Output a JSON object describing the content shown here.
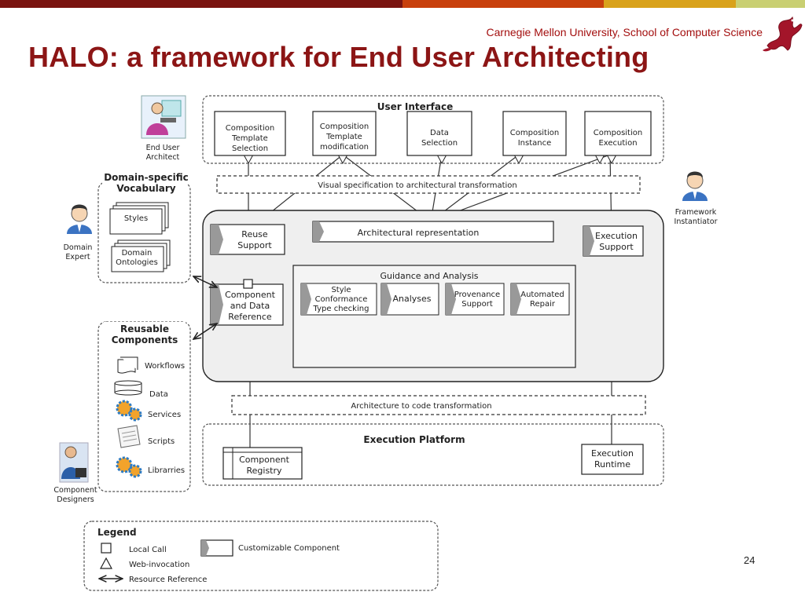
{
  "header": {
    "organization": "Carnegie Mellon University, School of Computer Science",
    "title": "HALO: a framework for End User Architecting",
    "page_number": "24",
    "bar_colors": [
      "#7a1410",
      "#c8400c",
      "#d9a21b",
      "#c9cf72"
    ]
  },
  "actors": {
    "end_user": [
      "End User",
      "Architect"
    ],
    "domain_expert": [
      "Domain",
      "Expert"
    ],
    "framework_instantiator": [
      "Framework",
      "Instantiator"
    ],
    "component_designers": [
      "Component",
      "Designers"
    ]
  },
  "ui": {
    "title": "User Interface",
    "boxes": [
      [
        "Composition",
        "Template",
        "Selection"
      ],
      [
        "Composition",
        "Template",
        "modification"
      ],
      [
        "Data",
        "Selection"
      ],
      [
        "Composition",
        "Instance"
      ],
      [
        "Composition",
        "Execution"
      ]
    ],
    "visual_spec": "Visual specification to architectural transformation"
  },
  "vocab": {
    "title": [
      "Domain-specific",
      "Vocabulary"
    ],
    "styles": "Styles",
    "ontologies": [
      "Domain",
      "Ontologies"
    ]
  },
  "core": {
    "reuse": [
      "Reuse",
      "Support"
    ],
    "arch_rep": "Architectural representation",
    "exec_support": [
      "Execution",
      "Support"
    ],
    "comp_data_ref": [
      "Component",
      "and Data",
      "Reference"
    ],
    "guidance_title": "Guidance and Analysis",
    "style_conf": [
      "Style",
      "Conformance",
      "Type checking"
    ],
    "analyses": "Analyses",
    "provenance": [
      "Provenance",
      "Support"
    ],
    "auto_repair": [
      "Automated",
      "Repair"
    ]
  },
  "reusable": {
    "title": [
      "Reusable",
      "Components"
    ],
    "items": [
      "Workflows",
      "Data",
      "Services",
      "Scripts",
      "Librarries"
    ]
  },
  "arch_to_code": "Architecture to code transformation",
  "platform": {
    "title": "Execution Platform",
    "registry": [
      "Component",
      "Registry"
    ],
    "runtime": [
      "Execution",
      "Runtime"
    ]
  },
  "legend": {
    "title": "Legend",
    "local_call": "Local Call",
    "web_invocation": "Web-invocation",
    "resource_ref": "Resource Reference",
    "customizable": "Customizable Component"
  }
}
